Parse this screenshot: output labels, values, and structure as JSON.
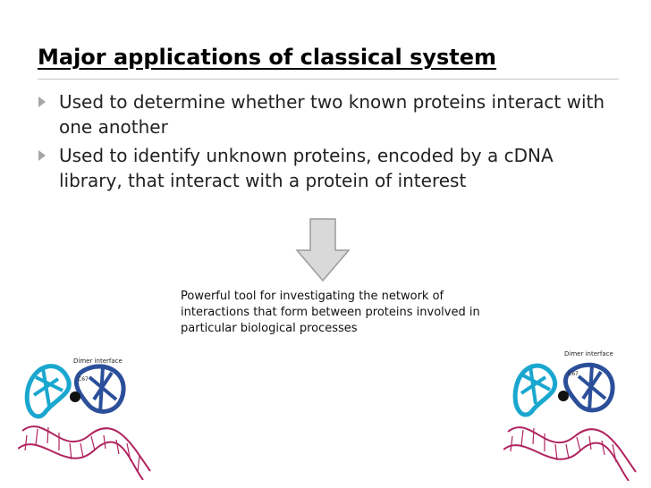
{
  "slide": {
    "title": "Major applications of classical system",
    "bullets": [
      {
        "text": "Used to determine whether two known proteins interact with one another"
      },
      {
        "text": "Used to identify unknown proteins, encoded by a cDNA library, that interact with a protein of interest"
      }
    ],
    "callout": "Powerful tool for investigating the network of interactions that form between proteins involved in particular biological processes",
    "figure_labels": {
      "dimer_interface": "Dimer interface",
      "residue": "C67"
    }
  },
  "colors": {
    "title": "#000000",
    "bullet_marker": "#a6a6a6",
    "arrow_fill": "#d9d9d9",
    "arrow_stroke": "#9a9a9a",
    "protein_cyan": "#1aa7cf",
    "protein_blue": "#2c4f9a",
    "dna_magenta": "#b0245f"
  }
}
